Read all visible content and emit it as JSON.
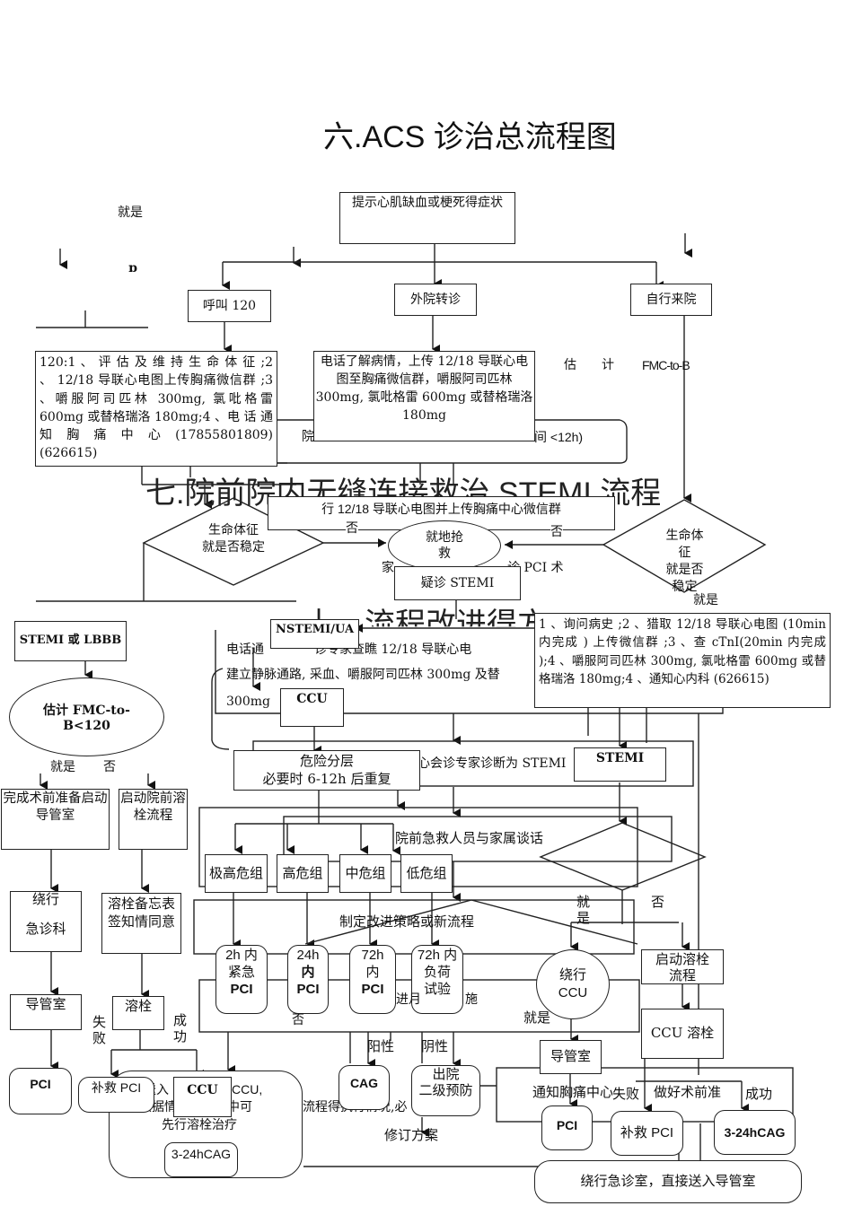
{
  "title": "六.ACS 诊治总流程图",
  "overlay_titles": {
    "t7": "七.院前院内无缝连接救治 STEMI 流程",
    "t8": "十、流程改进得方"
  },
  "nodes": {
    "symptom": "提示心肌缺血或梗死得症状",
    "call120": "呼叫 120",
    "transfer": "外院转诊",
    "self": "自行来院",
    "box120": "120:1 、 评 估 及 维 持 生 命 体 征 ;2 、 12/18 导联心电图上传胸痛微信群 ;3 、嚼服阿司匹林 300mg, 氯吡格雷 600mg 或替格瑞洛 180mg;4 、电 话 通 知 胸 痛 中 心 (17855801809)(626615)",
    "transfer_box": "电话了解病情，上传 12/18 导联心电图至胸痛微信群，嚼服阿司匹林 300mg, 氯吡格雷 600mg 或替格瑞洛 180mg",
    "est_label_a": "估　　计",
    "est_label_b": "FMC-to-B",
    "onset_tail": "间 <12h)",
    "onset_head": "院",
    "ecg_upload": "行 12/18 导联心电图并上传胸痛中心微信群",
    "vital_left": "生命体征\n就是否稳定",
    "vital_right": "生命体\n征\n就是否\n稳定",
    "rescue": "就地抢\n救",
    "family_pci": "家　　　　　　　　　诊 PCI 术",
    "suspect_stemi": "疑诊 STEMI",
    "stemi_lbbb": "STEMI 或 LBBB",
    "fmc_est": "估计 FMC-to-B<120",
    "prep_cath": "完成术前准备启动导管室",
    "start_prehosp_lysis": "启动院前溶栓流程",
    "bypass_er": "绕行\n\n急诊科",
    "lysis_consent": "溶栓备忘表签知情同意",
    "cath_lab_left": "导管室",
    "lysis": "溶栓",
    "pci_left": "PCI",
    "rescue_pci_left": "补救 PCI",
    "ccu_left": "CCU",
    "nstemi": "NSTEMI/UA",
    "phone_expert": "电话通　　　　诊专家查瞧 12/18 导联心电",
    "iv_line": "建立静脉通路, 采血、嚼服阿司匹林 300mg 及替",
    "dose_300": "300mg",
    "ccu_mid": "CCU",
    "history_box": "1 、询问病史 ;2 、猎取 12/18 导联心电图 (10min 内完成 ) 上传微信群 ;3 、查 cTnI(20min 内完成 );4 、嚼服阿司匹林 300mg, 氯吡格雷 600mg 或替格瑞洛 180mg;4 、通知心内科 (626615)",
    "risk_strat": "危险分层\n必要时 6-12h 后重复",
    "consult_stemi": "心会诊专家诊断为 STEMI",
    "stemi_mid": "STEMI",
    "family_talk": "院前急救人员与家属谈话",
    "risk_groups": [
      "极高危组",
      "高危组",
      "中危组",
      "低危组"
    ],
    "strategy": "制定改进策略或新流程",
    "timing": [
      {
        "line1": "2h 内",
        "line2": "紧急",
        "line3": "PCI"
      },
      {
        "line1": "24h",
        "line2": "内 PCI",
        "line3": ""
      },
      {
        "line1": "72h",
        "line2": "内",
        "line3": "PCI"
      },
      {
        "line1": "72h 内",
        "line2": "负荷",
        "line3": "试验"
      }
    ],
    "bypass_ccu": "绕行\nCCU",
    "start_lysis_right": "启动溶栓\n流程",
    "ccu_lysis": "CCU 溶栓",
    "cath_lab_right": "导管室",
    "notify_center": "通知胸痛中心　　　做好术前准",
    "pci_right": "PCI",
    "rescue_pci_right": "补救 PCI",
    "cag_right": "3-24hCAG",
    "bypass_er_direct": "绕行急诊室，直接送入导管室",
    "ccu_big_line1": "送入　　　　　CCU,",
    "ccu_big_line2": "根据情　　　途中可",
    "ccu_big_line3": "先行溶栓治疗",
    "cag_big": "3-24hCAG",
    "cag_mid": "CAG",
    "discharge": "出院\n二级预防",
    "revise": "修订方案",
    "exec_status": "流程得执行情况,必",
    "implement_a": "进月",
    "implement_b": "施",
    "dot_mark": "ɒ"
  },
  "labels": {
    "yes": "就是",
    "no": "否",
    "fail": "失\n败",
    "success": "成\n功",
    "fail_inline": "失败",
    "success_inline": "成功",
    "positive": "阳性",
    "negative": "阴性",
    "yes_split": "就\n是"
  }
}
